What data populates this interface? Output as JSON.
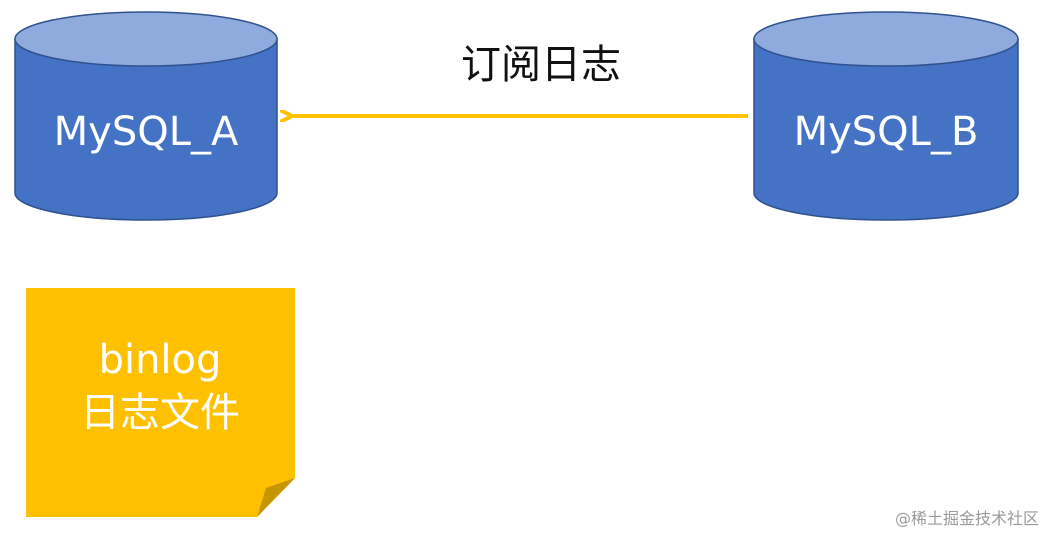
{
  "colors": {
    "db_fill": "#4472C4",
    "db_top": "#8FAADC",
    "db_stroke": "#2F528F",
    "arrow": "#FFC000",
    "note_fill": "#FFC000",
    "note_fold": "#C59600"
  },
  "nodes": {
    "mysql_a": {
      "label": "MySQL_A"
    },
    "mysql_b": {
      "label": "MySQL_B"
    }
  },
  "edge": {
    "label": "订阅日志"
  },
  "note": {
    "line1": "binlog",
    "line2": "日志文件"
  },
  "watermark": "@稀土掘金技术社区"
}
